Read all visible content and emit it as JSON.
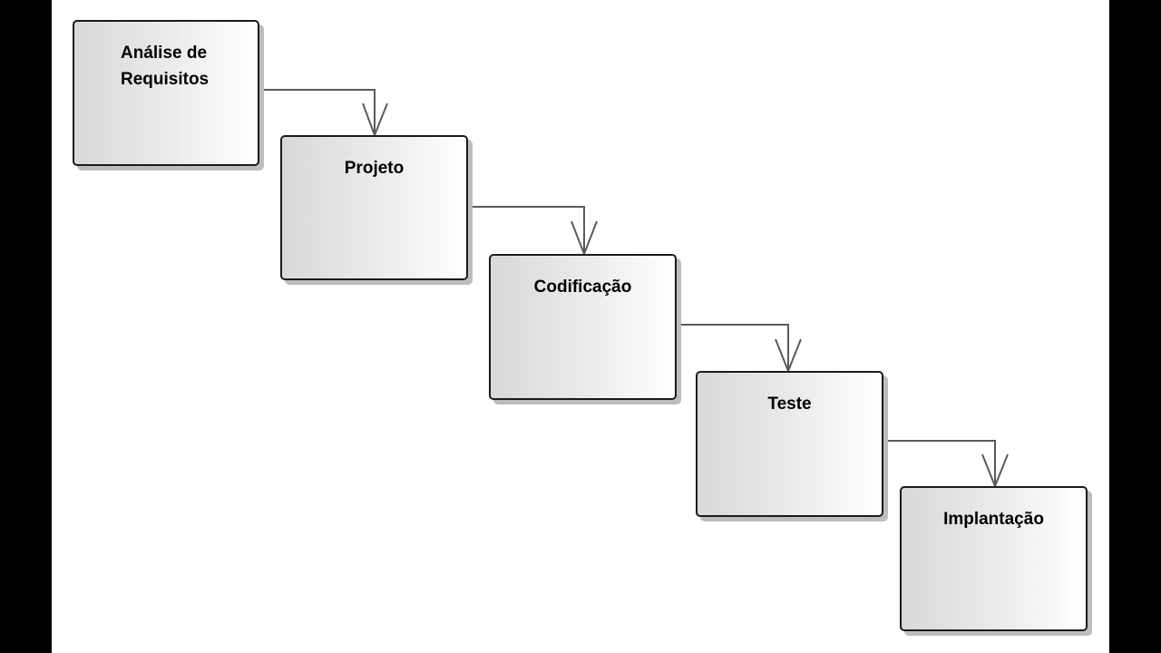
{
  "diagram": {
    "steps": [
      {
        "label": "Análise de\nRequisitos"
      },
      {
        "label": "Projeto"
      },
      {
        "label": "Codificação"
      },
      {
        "label": "Teste"
      },
      {
        "label": "Implantação"
      }
    ],
    "colors": {
      "background": "#ffffff",
      "frame": "#000000",
      "box_border": "#1a1a1a",
      "connector": "#5a5a5a"
    }
  }
}
